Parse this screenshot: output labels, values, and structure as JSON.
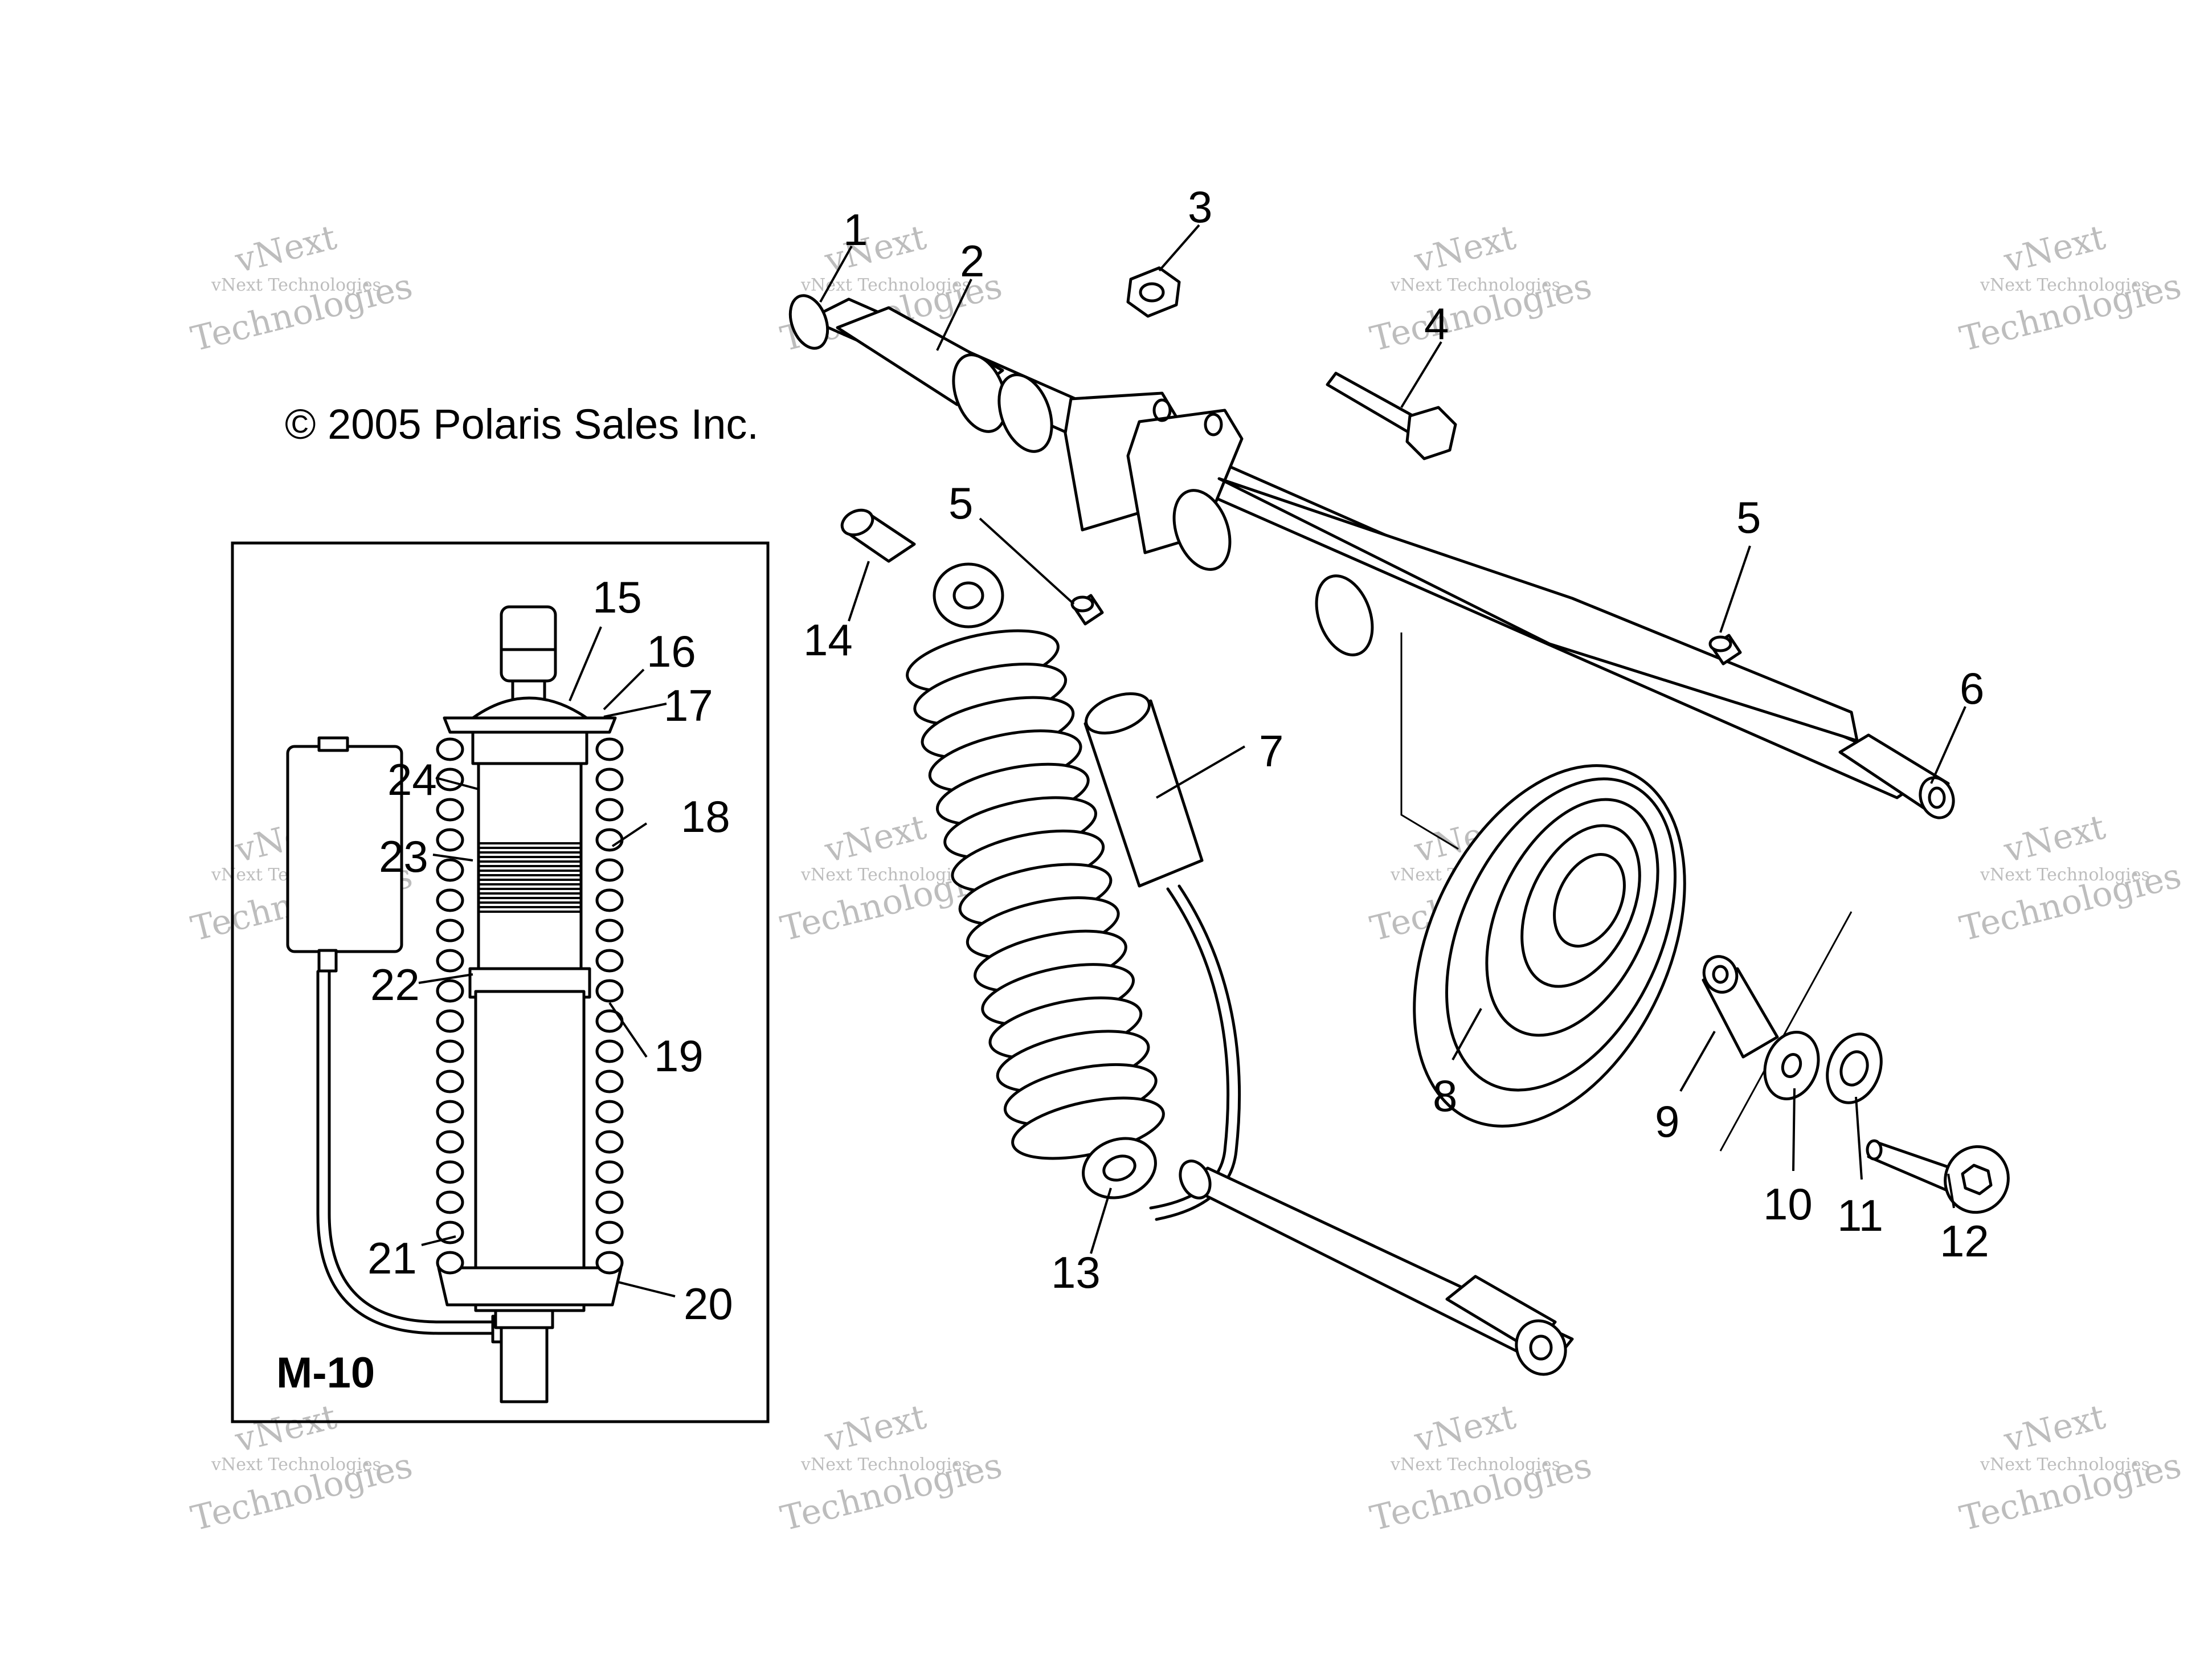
{
  "diagram": {
    "copyright": "© 2005 Polaris Sales Inc.",
    "inset_label": "M-10",
    "watermark": {
      "line1": "vNext",
      "line2": "vNext Technologies",
      "line3": "Technologies"
    },
    "callouts": [
      "1",
      "2",
      "3",
      "4",
      "5",
      "5",
      "6",
      "7",
      "8",
      "9",
      "10",
      "11",
      "12",
      "13",
      "14",
      "15",
      "16",
      "17",
      "18",
      "19",
      "20",
      "21",
      "22",
      "23",
      "24"
    ]
  }
}
